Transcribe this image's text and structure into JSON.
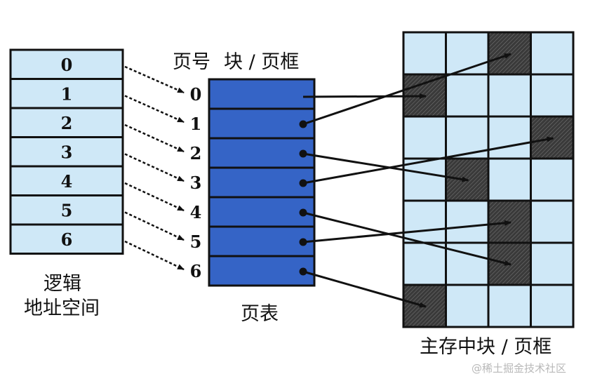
{
  "logical_space": {
    "pages": [
      "0",
      "1",
      "2",
      "3",
      "4",
      "5",
      "6"
    ],
    "label_line1": "逻辑",
    "label_line2": "地址空间"
  },
  "page_table": {
    "header_page": "页号",
    "header_frame": "块 / 页框",
    "rows": [
      "0",
      "1",
      "2",
      "3",
      "4",
      "5",
      "6"
    ],
    "label": "页表"
  },
  "main_memory": {
    "label": "主存中块 / 页框",
    "columns": 4,
    "rows": 7,
    "occupied_cells": [
      [
        0,
        2
      ],
      [
        1,
        0
      ],
      [
        2,
        3
      ],
      [
        3,
        1
      ],
      [
        4,
        2
      ],
      [
        5,
        2
      ],
      [
        6,
        0
      ]
    ]
  },
  "mapping": [
    {
      "page": 0,
      "cell": [
        1,
        0
      ]
    },
    {
      "page": 1,
      "cell": [
        0,
        2
      ]
    },
    {
      "page": 2,
      "cell": [
        3,
        1
      ]
    },
    {
      "page": 3,
      "cell": [
        2,
        3
      ]
    },
    {
      "page": 4,
      "cell": [
        5,
        2
      ]
    },
    {
      "page": 5,
      "cell": [
        4,
        2
      ]
    },
    {
      "page": 6,
      "cell": [
        6,
        0
      ]
    }
  ],
  "watermark": "@稀土掘金技术社区",
  "colors": {
    "logical_fill": "#cfe8f7",
    "table_fill": "#3564c6",
    "memory_fill": "#cfe8f7",
    "occupied_fill": "#3a3a3a",
    "stroke": "#111111"
  }
}
